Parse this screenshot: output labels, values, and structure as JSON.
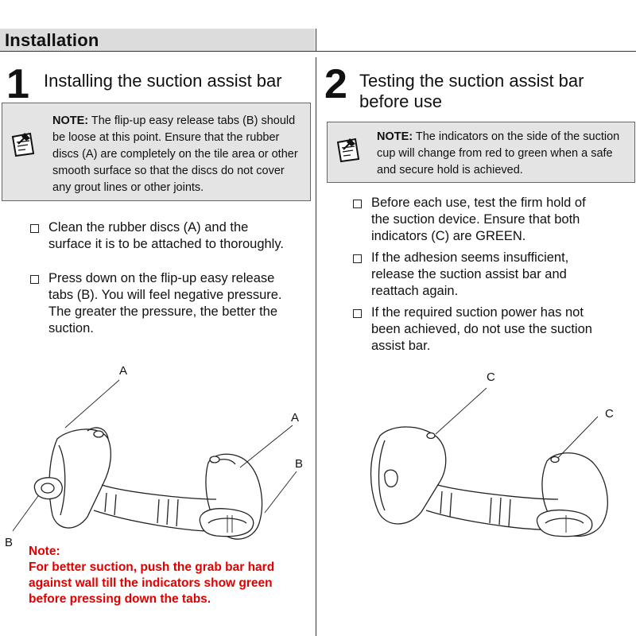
{
  "header": {
    "title": "Installation"
  },
  "step1": {
    "number": "1",
    "title": "Installing the suction assist bar",
    "note_label": "NOTE:",
    "note_lines": [
      " The flip-up easy release tabs (B) should",
      "be loose at this point. Ensure that the rubber",
      "discs (A) are completely on the tile area or other",
      "smooth surface so that the discs do not cover",
      "any grout lines or other joints."
    ],
    "bullets": [
      [
        "Clean the rubber discs (A) and the",
        "surface it is to be attached to thoroughly."
      ],
      [
        "Press down on the flip-up easy release",
        "tabs (B). You will feel negative pressure.",
        "The greater the pressure, the better the",
        "suction."
      ]
    ],
    "callouts": {
      "a1": "A",
      "a2": "A",
      "b_right": "B",
      "b_left": "B"
    },
    "red_note": {
      "label": "Note:",
      "lines": [
        "For better suction, push the grab bar hard",
        "against wall till the indicators show green",
        "before pressing down the tabs."
      ]
    }
  },
  "step2": {
    "number": "2",
    "title_lines": [
      "Testing the suction assist bar",
      "before use"
    ],
    "note_label": "NOTE:",
    "note_lines": [
      " The indicators on the side of the suction",
      "cup will change from red to green when a safe",
      "and secure hold is achieved."
    ],
    "bullets": [
      [
        "Before each use, test the firm hold of",
        "the suction device. Ensure that both",
        "indicators (C) are GREEN."
      ],
      [
        "If the adhesion seems insufficient,",
        "release the suction assist bar and",
        "reattach again."
      ],
      [
        "If the required suction power has not",
        "been achieved, do not use the suction",
        "assist bar."
      ]
    ],
    "callouts": {
      "c1": "C",
      "c2": "C"
    }
  },
  "icons": {
    "note": "pinned-note-icon",
    "checkbox": "checkbox-icon"
  }
}
